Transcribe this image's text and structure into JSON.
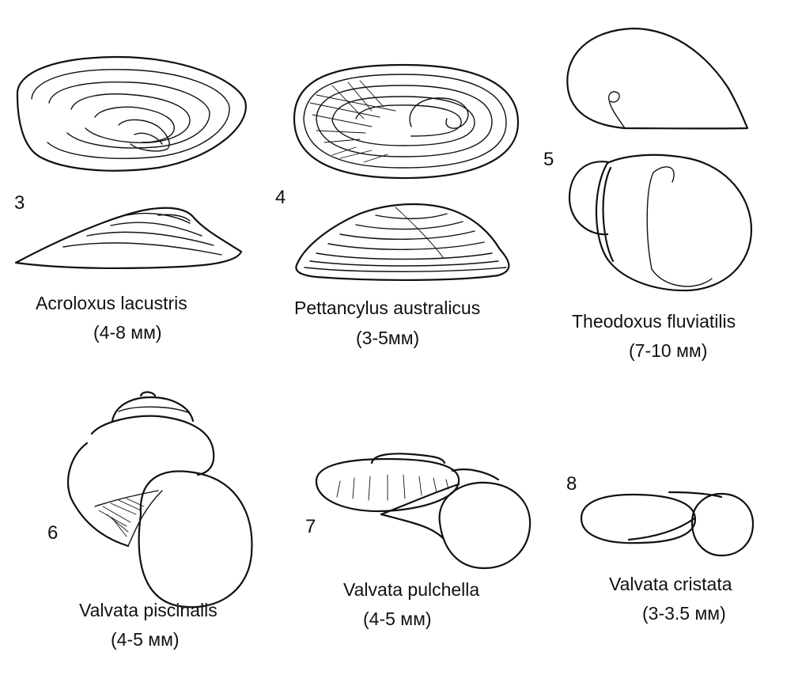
{
  "specimens": [
    {
      "number": "3",
      "name": "Acroloxus lacustris",
      "size": "(4-8 мм)"
    },
    {
      "number": "4",
      "name": "Pettancylus australicus",
      "size": "(3-5мм)"
    },
    {
      "number": "5",
      "name": "Theodoxus fluviatilis",
      "size": "(7-10 мм)"
    },
    {
      "number": "6",
      "name": "Valvata piscinalis",
      "size": "(4-5 мм)"
    },
    {
      "number": "7",
      "name": "Valvata pulchella",
      "size": "(4-5 мм)"
    },
    {
      "number": "8",
      "name": "Valvata cristata",
      "size": "(3-3.5 мм)"
    }
  ]
}
